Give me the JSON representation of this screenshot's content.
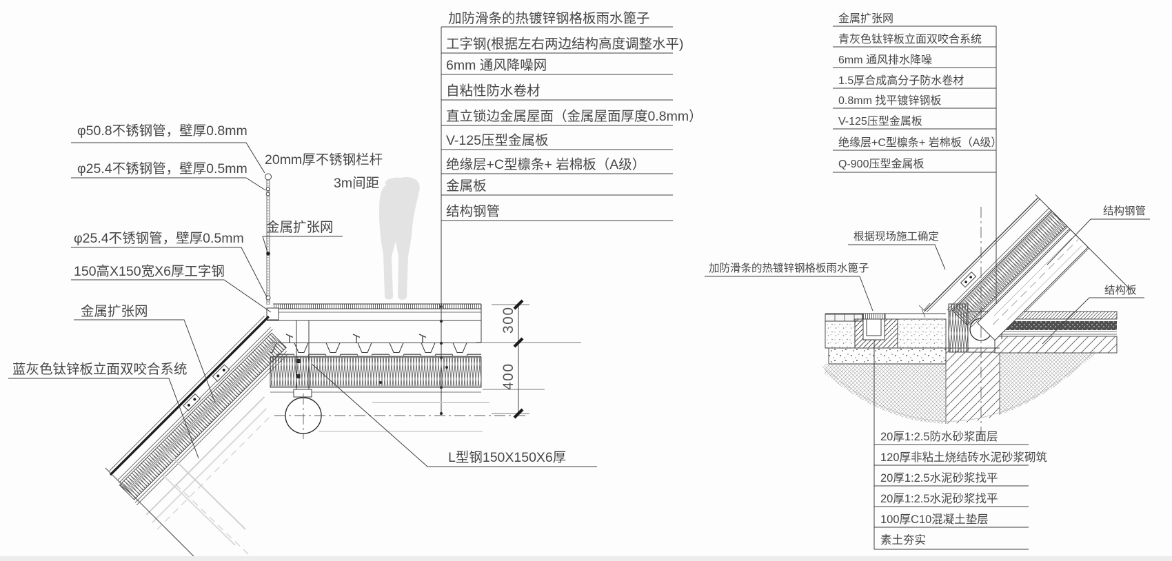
{
  "left": {
    "top_callouts": [
      "加防滑条的热镀锌钢格板雨水篦子",
      "工字钢(根据左右两边结构高度调整水平)",
      "6mm 通风降噪网",
      "自粘性防水卷材",
      "直立锁边金属屋面（金属屋面厚度0.8mm）",
      "V-125压型金属板",
      "绝缘层+C型檩条+ 岩棉板（A级）",
      "金属板",
      "结构钢管"
    ],
    "labels": {
      "tube_50_8": "φ50.8不锈钢管，壁厚0.8mm",
      "tube_25_4_a": "φ25.4不锈钢管，壁厚0.5mm",
      "railing_20mm": "20mm厚不锈钢栏杆",
      "railing_spacing": "3m间距",
      "mesh_top": "金属扩张网",
      "tube_25_4_b": "φ25.4不锈钢管，壁厚0.5mm",
      "i_beam": "150高X150宽X6厚工字钢",
      "mesh_bottom": "金属扩张网",
      "facade_system": "蓝灰色钛锌板立面双咬合系统",
      "l_steel": "L型钢150X150X6厚"
    },
    "dims": {
      "upper": "300",
      "lower": "400"
    }
  },
  "right": {
    "top_callouts": [
      "金属扩张网",
      "青灰色钛锌板立面双咬合系统",
      "6mm 通风排水降噪",
      "1.5厚合成高分子防水卷材",
      "0.8mm 找平镀锌钢板",
      "V-125压型金属板",
      "绝缘层+C型檩条+ 岩棉板（A级）",
      "Q-900压型金属板"
    ],
    "labels": {
      "site_confirm": "根据现场施工确定",
      "rain_grate": "加防滑条的热镀锌钢格板雨水篦子",
      "struct_pipe": "结构钢管",
      "struct_slab": "结构板"
    },
    "bottom_callouts": [
      "20厚1:2.5防水砂浆面层",
      "120厚非粘土烧结砖水泥砂浆砌筑",
      "20厚1:2.5水泥砂浆找平",
      "20厚1:2.5水泥砂浆找平",
      "100厚C10混凝土垫层",
      "素土夯实"
    ]
  },
  "colors": {
    "line": "#3e3e3e",
    "text": "#474747",
    "ghost": "#d0d0d0",
    "silhouette": "#e3e3e3"
  }
}
